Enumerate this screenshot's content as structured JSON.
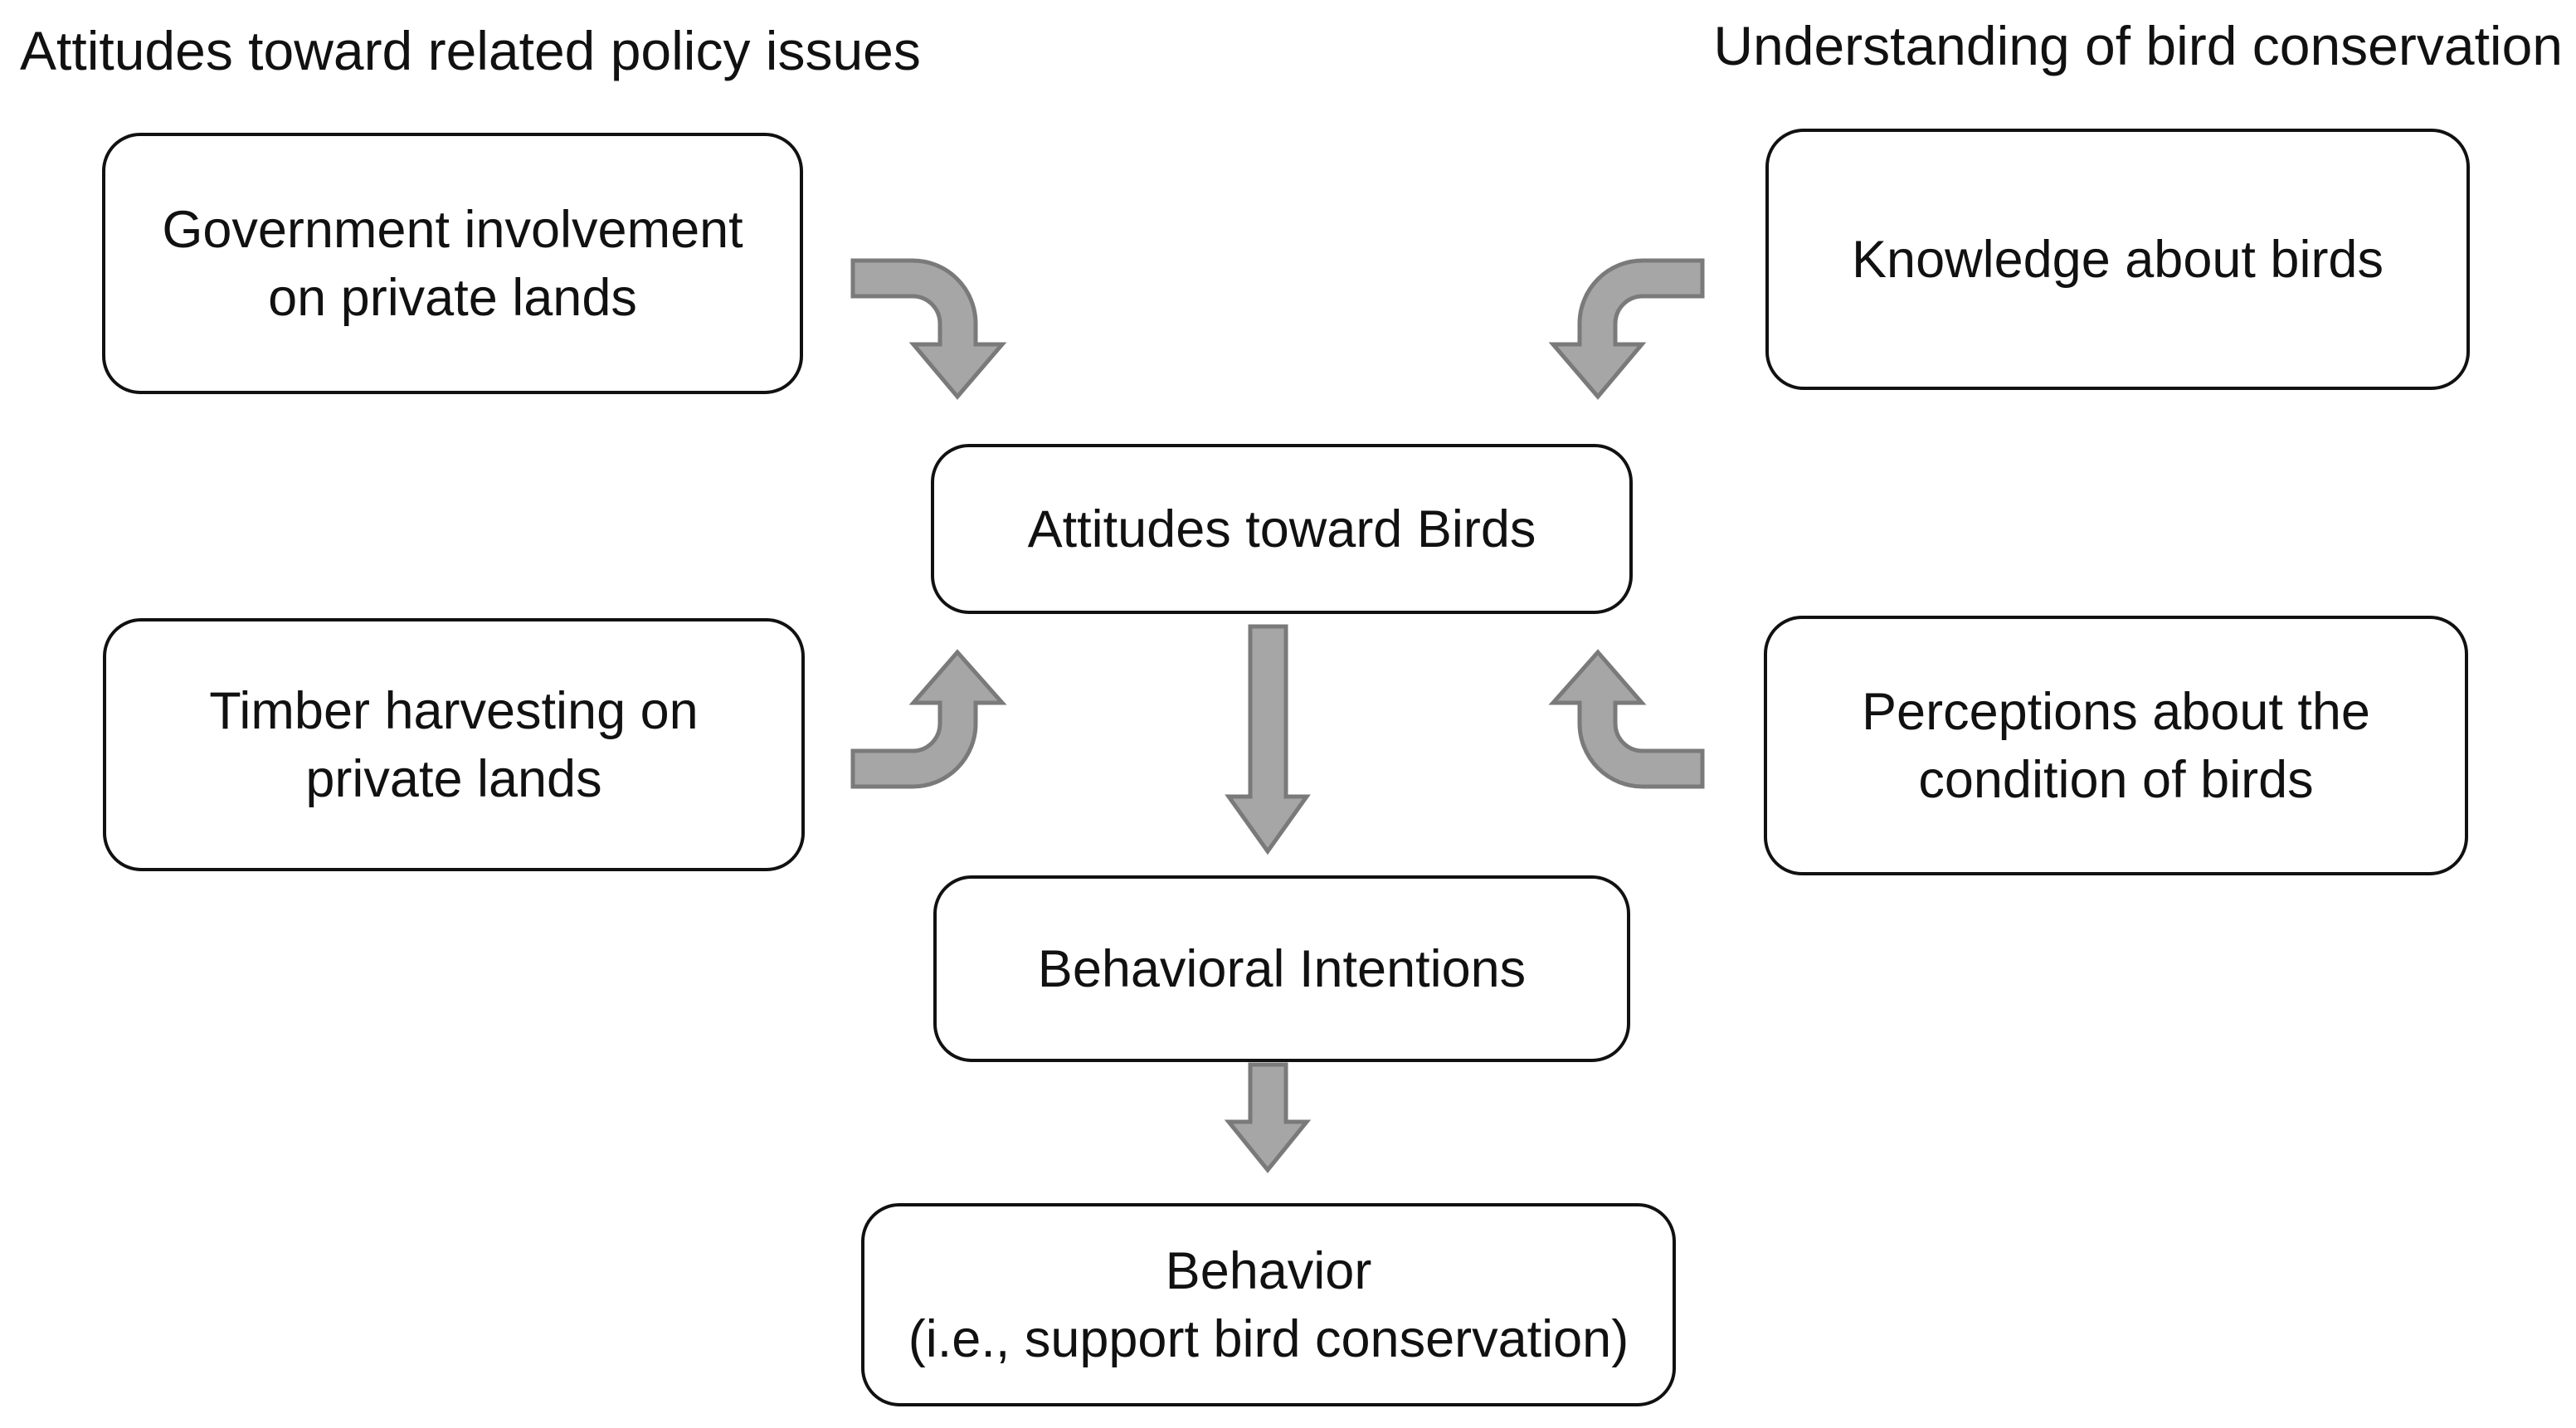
{
  "headings": {
    "left": "Attitudes toward related policy issues",
    "right": "Understanding of bird conservation"
  },
  "nodes": {
    "government": {
      "lines": [
        "Government involvement",
        "on private lands"
      ]
    },
    "knowledge": {
      "lines": [
        "Knowledge about birds"
      ]
    },
    "attitudes": {
      "lines": [
        "Attitudes toward Birds"
      ]
    },
    "timber": {
      "lines": [
        "Timber harvesting on",
        "private lands"
      ]
    },
    "perceptions": {
      "lines": [
        "Perceptions about the",
        "condition of birds"
      ]
    },
    "behavioral": {
      "lines": [
        "Behavioral Intentions"
      ]
    },
    "behavior": {
      "lines": [
        "Behavior",
        "(i.e., support bird conservation)"
      ]
    }
  },
  "edges": [
    {
      "from": "Government involvement on private lands",
      "to": "Attitudes toward Birds",
      "style": "bent-arrow-down"
    },
    {
      "from": "Knowledge about birds",
      "to": "Attitudes toward Birds",
      "style": "bent-arrow-down"
    },
    {
      "from": "Timber harvesting on private lands",
      "to": "Attitudes toward Birds",
      "style": "bent-arrow-up"
    },
    {
      "from": "Perceptions about the condition of birds",
      "to": "Attitudes toward Birds",
      "style": "bent-arrow-up"
    },
    {
      "from": "Attitudes toward Birds",
      "to": "Behavioral Intentions",
      "style": "straight-arrow-down"
    },
    {
      "from": "Behavioral Intentions",
      "to": "Behavior (i.e., support bird conservation)",
      "style": "straight-arrow-down"
    }
  ],
  "colors": {
    "background": "#ffffff",
    "box_fill": "#ffffff",
    "box_border": "#111111",
    "text": "#111111",
    "arrow_fill": "#a6a6a6",
    "arrow_stroke": "#7a7a7a"
  }
}
